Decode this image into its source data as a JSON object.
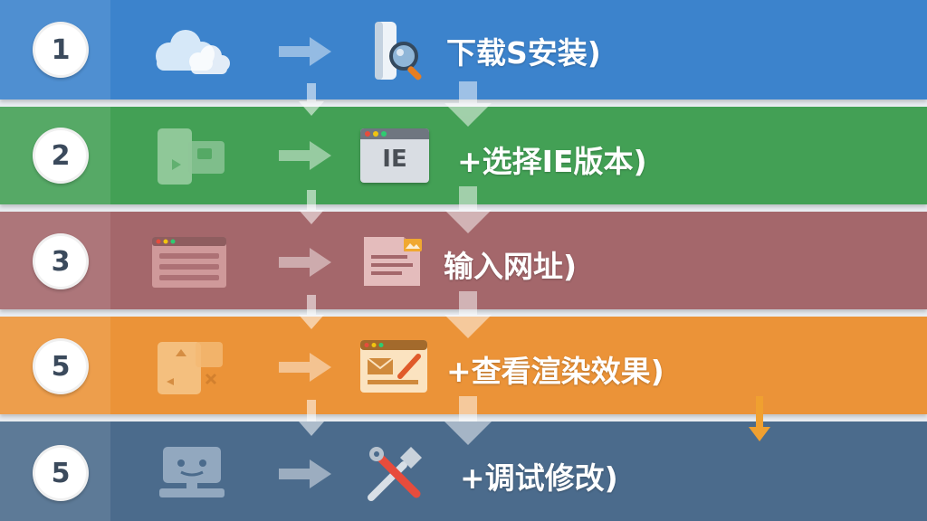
{
  "steps": [
    {
      "number": "1",
      "label": "下载S安装)",
      "color": "#3c83cc"
    },
    {
      "number": "2",
      "label": "+选择IE版本)",
      "color": "#43a055"
    },
    {
      "number": "3",
      "label": "输入网址)",
      "color": "#a4676b"
    },
    {
      "number": "5",
      "label": "+查看渲染效果)",
      "color": "#eb9338"
    },
    {
      "number": "5",
      "label": "+调试修改)",
      "color": "#4b6b8c"
    }
  ],
  "ie_badge": "IE",
  "icons": [
    [
      "cloud-icon",
      "search-magnifier-icon"
    ],
    [
      "device-panel-icon",
      "browser-window-icon"
    ],
    [
      "browser-list-icon",
      "document-icon"
    ],
    [
      "file-pieces-icon",
      "browser-edit-icon"
    ],
    [
      "monitor-face-icon",
      "tools-icon"
    ]
  ]
}
